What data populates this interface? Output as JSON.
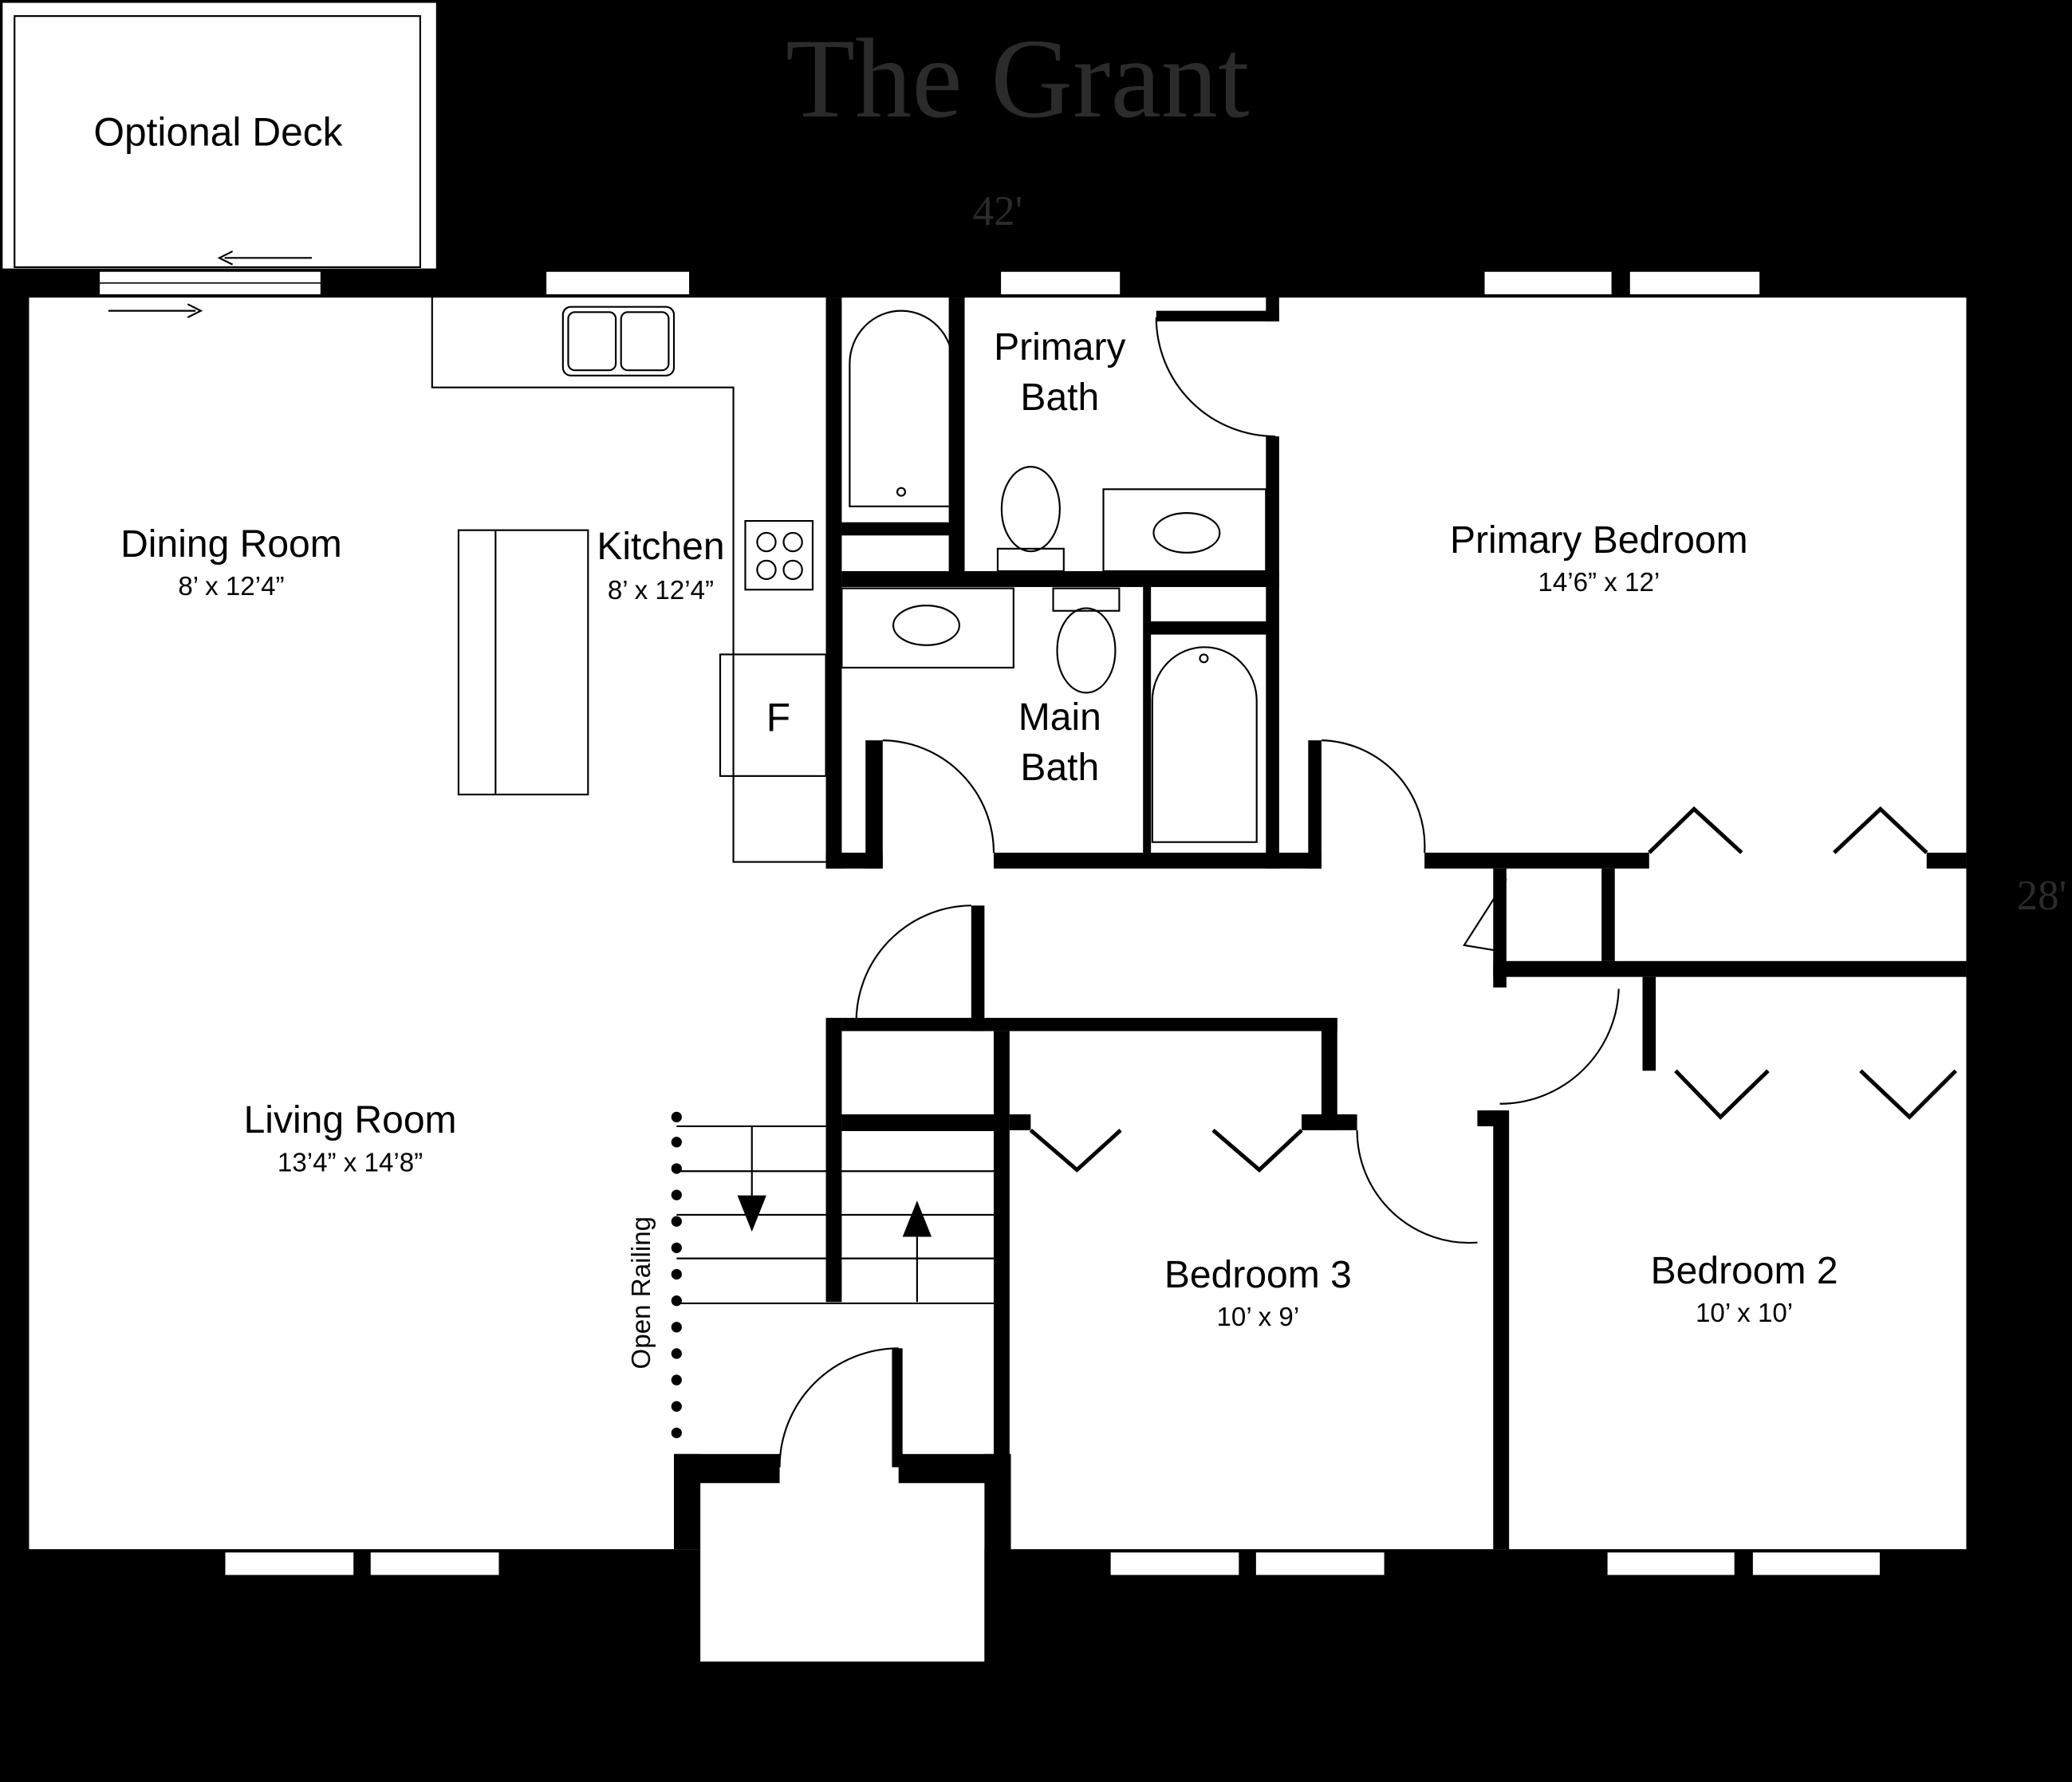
{
  "title": "The Grant",
  "dimensions": {
    "width": "42'",
    "depth": "28'"
  },
  "rooms": {
    "deck": {
      "name": "Optional Deck"
    },
    "dining": {
      "name": "Dining Room",
      "size": "8’ x 12’4”"
    },
    "kitchen": {
      "name": "Kitchen",
      "size": "8’ x 12’4”",
      "fridge": "F"
    },
    "primary_bath": {
      "line1": "Primary",
      "line2": "Bath"
    },
    "main_bath": {
      "line1": "Main",
      "line2": "Bath"
    },
    "primary_bedroom": {
      "name": "Primary Bedroom",
      "size": "14’6” x 12’"
    },
    "living": {
      "name": "Living Room",
      "size": "13’4” x 14’8”"
    },
    "bedroom3": {
      "name": "Bedroom 3",
      "size": "10’ x 9’"
    },
    "bedroom2": {
      "name": "Bedroom 2",
      "size": "10’ x 10’"
    }
  },
  "railing_label": "Open Railing",
  "colors": {
    "background": "#000000",
    "floor": "#ffffff",
    "title": "#2b2b2b"
  }
}
